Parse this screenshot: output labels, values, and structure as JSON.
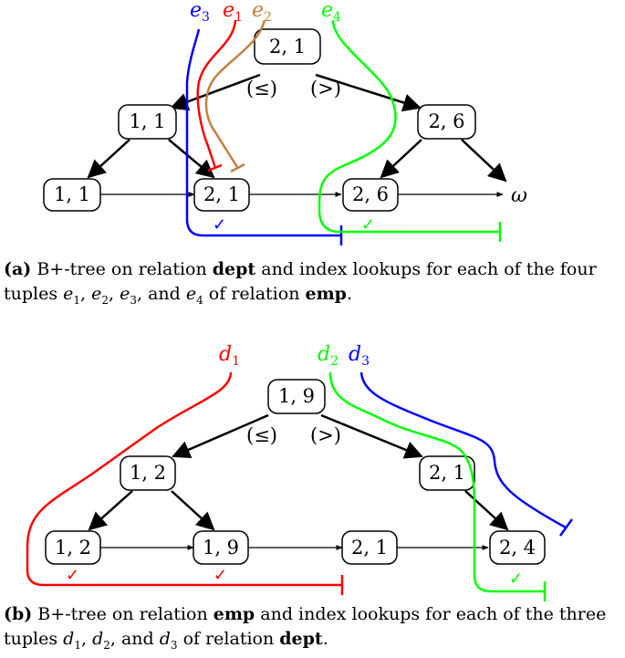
{
  "panel_a": {
    "root": "2, 1",
    "left_inner": "1, 1",
    "right_inner": "2, 6",
    "leaves": [
      "1, 1",
      "2, 1",
      "2, 6"
    ],
    "leq_label": "(≤)",
    "gt_label": "(>)",
    "end_label": "ω",
    "lookups": [
      {
        "name": "e",
        "sub": "3",
        "color": "#0000ff"
      },
      {
        "name": "e",
        "sub": "1",
        "color": "#ff0000"
      },
      {
        "name": "e",
        "sub": "2",
        "color": "#c08040"
      },
      {
        "name": "e",
        "sub": "4",
        "color": "#00ff00"
      }
    ],
    "check": "✓",
    "caption": {
      "tag": "(a)",
      "t1": " B+-tree on relation ",
      "rel": "dept",
      "t2": " and index lookups for each of the four tuples ",
      "t3": ", ",
      "t4": ", ",
      "t5": ", and ",
      "t6": " of relation ",
      "rel2": "emp",
      "t7": "."
    }
  },
  "panel_b": {
    "root": "1, 9",
    "left_inner": "1, 2",
    "right_inner": "2, 1",
    "leaves": [
      "1, 2",
      "1, 9",
      "2, 1",
      "2, 4"
    ],
    "leq_label": "(≤)",
    "gt_label": "(>)",
    "lookups": [
      {
        "name": "d",
        "sub": "1",
        "color": "#ff0000"
      },
      {
        "name": "d",
        "sub": "2",
        "color": "#00ff00"
      },
      {
        "name": "d",
        "sub": "3",
        "color": "#0000ff"
      }
    ],
    "check": "✓",
    "caption": {
      "tag": "(b)",
      "t1": " B+-tree on relation ",
      "rel": "emp",
      "t2": " and index lookups for each of the three tuples ",
      "t3": ", ",
      "t4": ", and ",
      "t5": " of relation ",
      "rel2": "dept",
      "t6": "."
    }
  }
}
